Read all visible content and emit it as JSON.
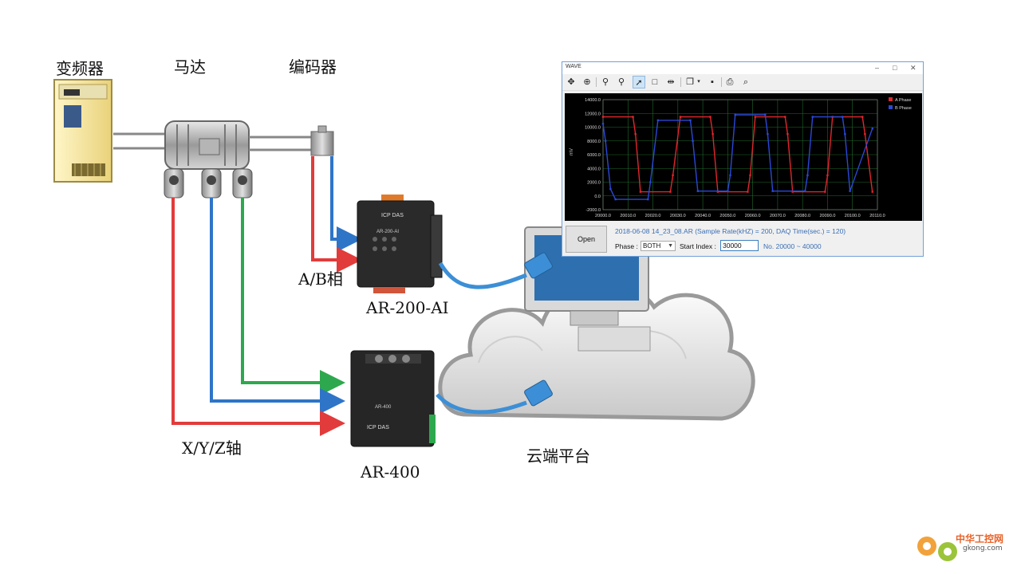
{
  "labels": {
    "inverter": "变频器",
    "motor": "马达",
    "encoder": "编码器",
    "ab_phase": "A/B相",
    "ar200": "AR-200-AI",
    "xyz_axis": "X/Y/Z轴",
    "ar400": "AR-400",
    "cloud": "云端平台",
    "device_brand": "ICP DAS",
    "device_model_200": "AR-200-AI",
    "device_model_400": "AR-400"
  },
  "colors": {
    "wire_red": "#e23b3b",
    "wire_blue": "#2e75c8",
    "wire_green": "#2ea84e",
    "a_phase": "#e0262c",
    "b_phase": "#2b48d6"
  },
  "wave": {
    "title": "WAVE",
    "file_info": "2018-06-08 14_23_08.AR (Sample Rate(kHZ) = 200, DAQ Time(sec.) = 120)",
    "open_label": "Open",
    "phase_label": "Phase :",
    "phase_value": "BOTH",
    "start_label": "Start Index :",
    "start_value": "30000",
    "range_text": "No. 20000 ~ 40000",
    "toolbar_icons": [
      "pan-icon",
      "move-icon",
      "zoom-out-icon",
      "zoom-in-icon",
      "pointer-icon",
      "select-box-icon",
      "cursor-icon",
      "copy-icon",
      "save-icon",
      "print-icon",
      "print-preview-icon"
    ]
  },
  "chart_data": {
    "type": "line",
    "ylabel": "mV",
    "xlim": [
      20000,
      20110
    ],
    "ylim": [
      -2000,
      14000
    ],
    "xticks": [
      "20000.0",
      "20010.0",
      "20020.0",
      "20030.0",
      "20040.0",
      "20050.0",
      "20060.0",
      "20070.0",
      "20080.0",
      "20090.0",
      "20100.0",
      "20110.0"
    ],
    "yticks": [
      "14000.0",
      "12000.0",
      "10000.0",
      "8000.0",
      "6000.0",
      "4000.0",
      "2000.0",
      "0.0",
      "-2000.0"
    ],
    "grid": true,
    "legend_position": "top-right",
    "series": [
      {
        "name": "A Phase",
        "x": [
          20000,
          20012,
          20013,
          20015,
          20027,
          20028,
          20031,
          20043,
          20044,
          20046,
          20058,
          20059,
          20061,
          20073,
          20074,
          20076,
          20089,
          20090,
          20092,
          20104,
          20105,
          20108
        ],
        "y": [
          11500,
          11500,
          9000,
          600,
          600,
          3000,
          11500,
          11500,
          9000,
          600,
          600,
          3000,
          11500,
          11500,
          9000,
          600,
          600,
          3000,
          11500,
          11500,
          9000,
          600
        ]
      },
      {
        "name": "B Phase",
        "x": [
          20000,
          20001,
          20003,
          20005,
          20018,
          20019,
          20022,
          20035,
          20036,
          20038,
          20050,
          20051,
          20053,
          20065,
          20066,
          20068,
          20081,
          20082,
          20084,
          20096,
          20097,
          20099,
          20108
        ],
        "y": [
          10500,
          8000,
          1000,
          -500,
          -500,
          2000,
          11000,
          11000,
          8000,
          700,
          700,
          3000,
          11800,
          11800,
          9000,
          700,
          700,
          3000,
          11500,
          11500,
          9000,
          700,
          9800
        ]
      }
    ]
  },
  "logo": {
    "text": "中华工控网",
    "url": "gkong.com"
  }
}
